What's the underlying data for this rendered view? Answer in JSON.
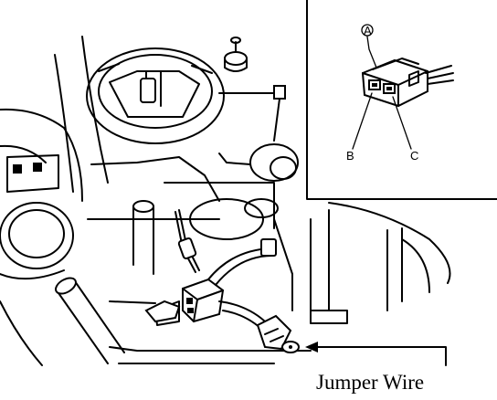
{
  "caption": "Jumper Wire",
  "inset": {
    "labels": {
      "a": "A",
      "b": "B",
      "c": "C"
    }
  },
  "colors": {
    "ink": "#000000",
    "paper": "#ffffff"
  }
}
